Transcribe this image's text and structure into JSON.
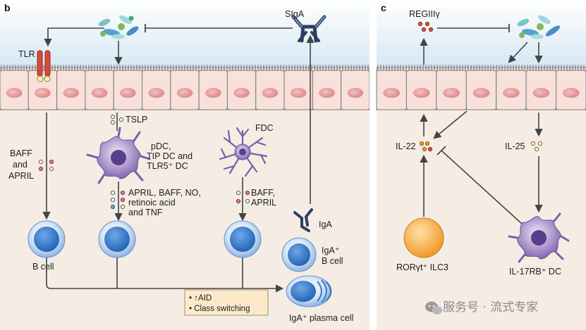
{
  "panels": {
    "b": {
      "letter": "b",
      "labels": {
        "sIgA": "SIgA",
        "tlr": "TLR",
        "tslp": "TSLP",
        "pdc1": "pDC,",
        "pdc2": "TIP DC and",
        "pdc3": "TLR5⁺ DC",
        "fdc": "FDC",
        "baff_left1": "BAFF",
        "baff_left2": "and",
        "baff_left3": "APRIL",
        "factors1": "APRIL, BAFF, NO,",
        "factors2": "retinoic acid",
        "factors3": "and TNF",
        "fdc_factors1": "BAFF,",
        "fdc_factors2": "APRIL",
        "iga": "IgA",
        "iga_bcell1": "IgA⁺",
        "iga_bcell2": "B cell",
        "bcell": "B cell",
        "plasma": "IgA⁺ plasma cell",
        "aid": "• ↑AID",
        "switching": "• Class switching"
      }
    },
    "c": {
      "letter": "c",
      "labels": {
        "regiii": "REGIIIγ",
        "il22": "IL-22",
        "il25": "IL-25",
        "ilc3": "RORγt⁺ ILC3",
        "il17rb": "IL-17RB⁺ DC"
      }
    }
  },
  "watermark": "服务号 · 流式专家",
  "colors": {
    "lumen_top": "#ffffff",
    "lumen_bottom": "#dbeaf4",
    "lamina": "#f5ede4",
    "epithelium": "#f7e1da",
    "nucleus": "#e9a0a2",
    "bcell": "#2f74c8",
    "dc": "#8a6fb5",
    "ilc3": "#f3a23c",
    "arrow": "#444444",
    "aid_box": "#fbe9c9"
  }
}
